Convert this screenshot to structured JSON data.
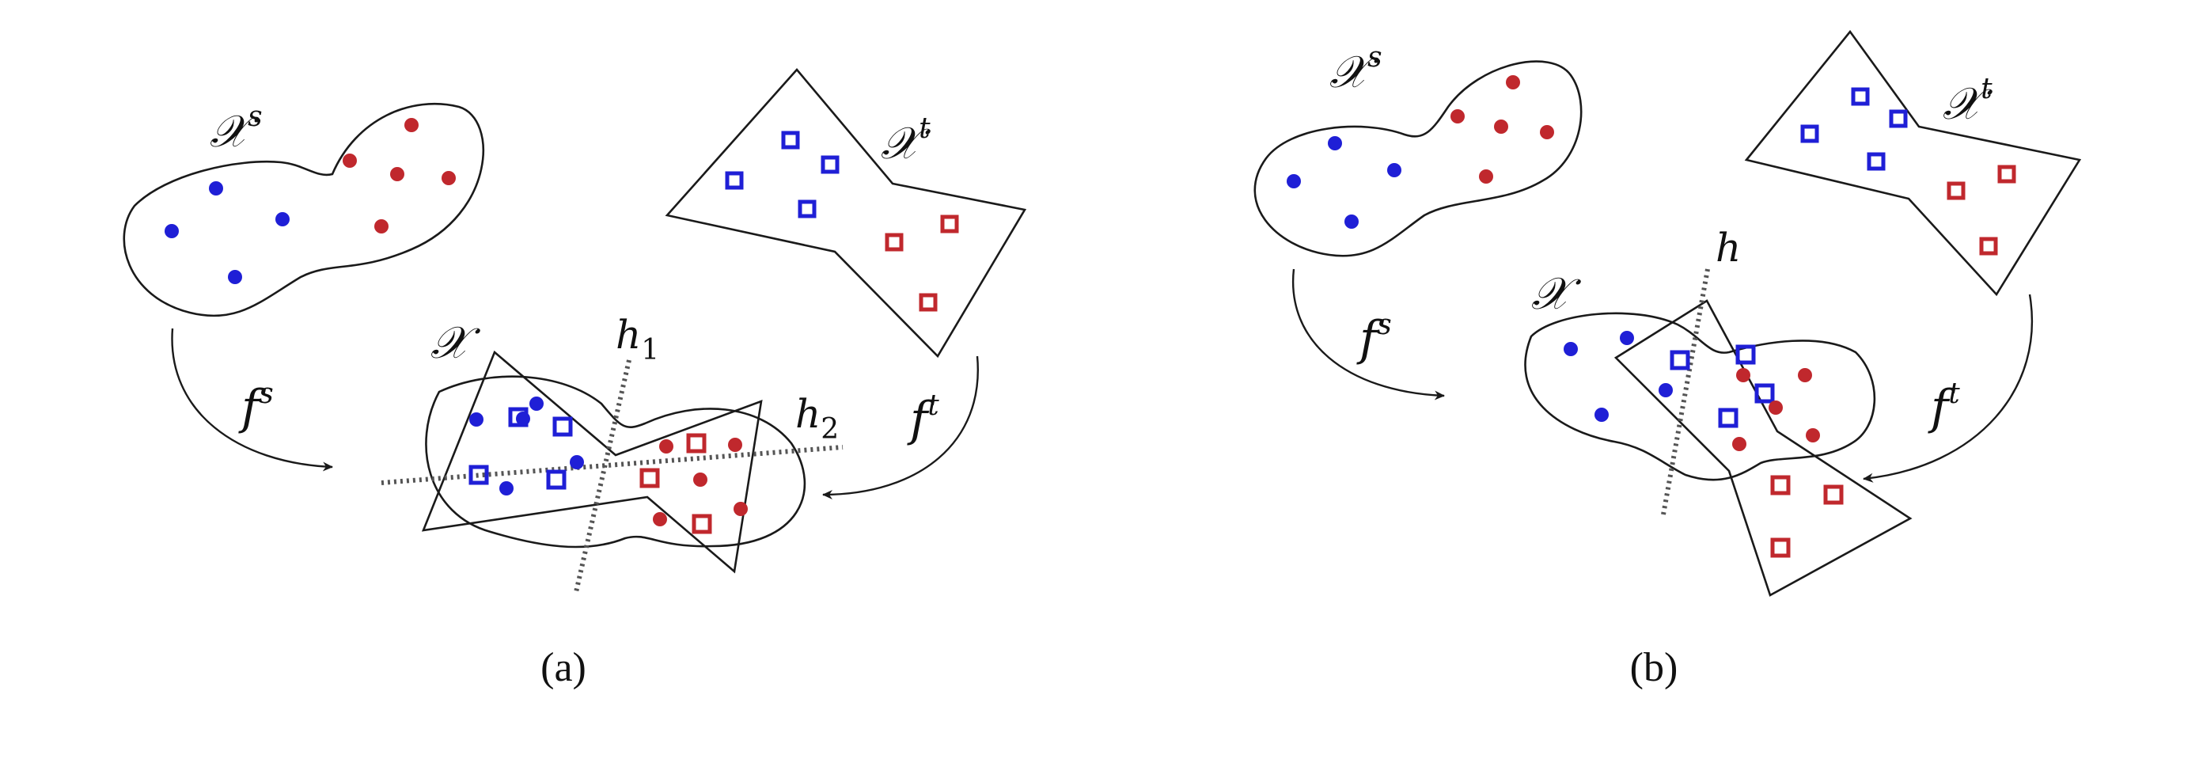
{
  "colors": {
    "blue": "#1f1fd6",
    "red": "#c0282d",
    "ink": "#1a1a1a"
  },
  "panel_a": {
    "source_label": "𝒳",
    "source_sup": "s",
    "target_label": "𝒳",
    "target_sup": "t",
    "joint_label": "𝒳",
    "map_s_label": "f",
    "map_s_sup": "s",
    "map_t_label": "f",
    "map_t_sup": "t",
    "h1_label": "h",
    "h1_sub": "1",
    "h2_label": "h",
    "h2_sub": "2",
    "caption": "(a)"
  },
  "panel_b": {
    "source_label": "𝒳",
    "source_sup": "s",
    "target_label": "𝒳",
    "target_sup": "t",
    "joint_label": "𝒳",
    "map_s_label": "f",
    "map_s_sup": "s",
    "map_t_label": "f",
    "map_t_sup": "t",
    "h_label": "h",
    "caption": "(b)"
  }
}
